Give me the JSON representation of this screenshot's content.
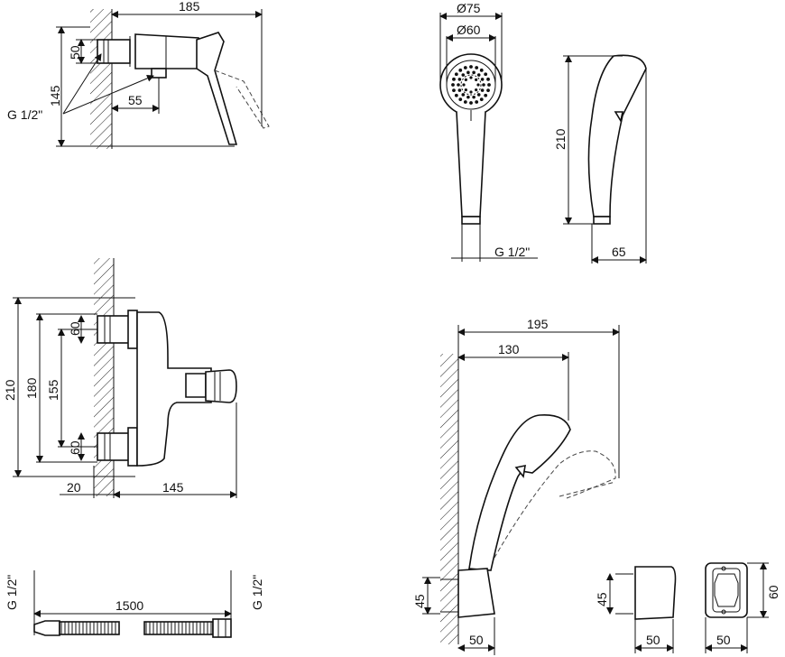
{
  "mixer_top": {
    "width": "185",
    "inlet_height": "50",
    "total_height": "145",
    "outlet_offset": "55",
    "thread": "G 1/2\""
  },
  "hand_shower": {
    "outer_diameter": "Ø75",
    "inner_diameter": "Ø60",
    "length": "210",
    "thread": "G 1/2\"",
    "depth": "65"
  },
  "mixer_front": {
    "height_total": "210",
    "height_180": "180",
    "center_distance": "155",
    "inlet_top": "60",
    "inlet_bottom": "60",
    "wall_offset": "20",
    "projection": "145"
  },
  "hose": {
    "length": "1500",
    "thread_left": "G 1/2\"",
    "thread_right": "G 1/2\""
  },
  "holder_assembly": {
    "reach": "195",
    "inner_reach": "130",
    "base_height": "45",
    "base_width": "50"
  },
  "holder_detail": {
    "side_height": "45",
    "side_width": "50",
    "front_height": "60",
    "front_width": "50"
  }
}
